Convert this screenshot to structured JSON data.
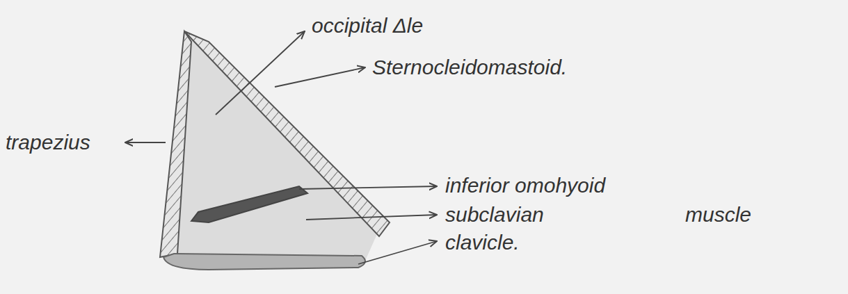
{
  "diagram": {
    "labels": [
      "occipital Δle",
      "Sternocleidomastoid.",
      "trapezius",
      "inferior omohyoid",
      "subclavian",
      "muscle",
      "clavicle."
    ]
  }
}
